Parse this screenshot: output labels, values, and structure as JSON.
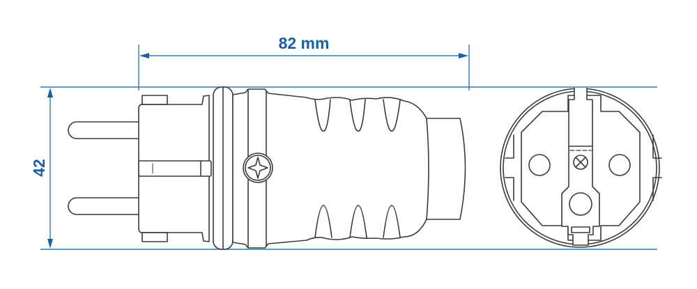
{
  "diagram": {
    "subject": "Schuko rubber plug",
    "views": [
      "side-view",
      "front-socket-view"
    ],
    "dimensions": {
      "length_label": "82 mm",
      "height_label": "42"
    },
    "colors": {
      "dimension_line": "#2a79b8",
      "dimension_text": "#1a5fa0",
      "outline": "#3a3a3a",
      "background": "#ffffff"
    }
  }
}
